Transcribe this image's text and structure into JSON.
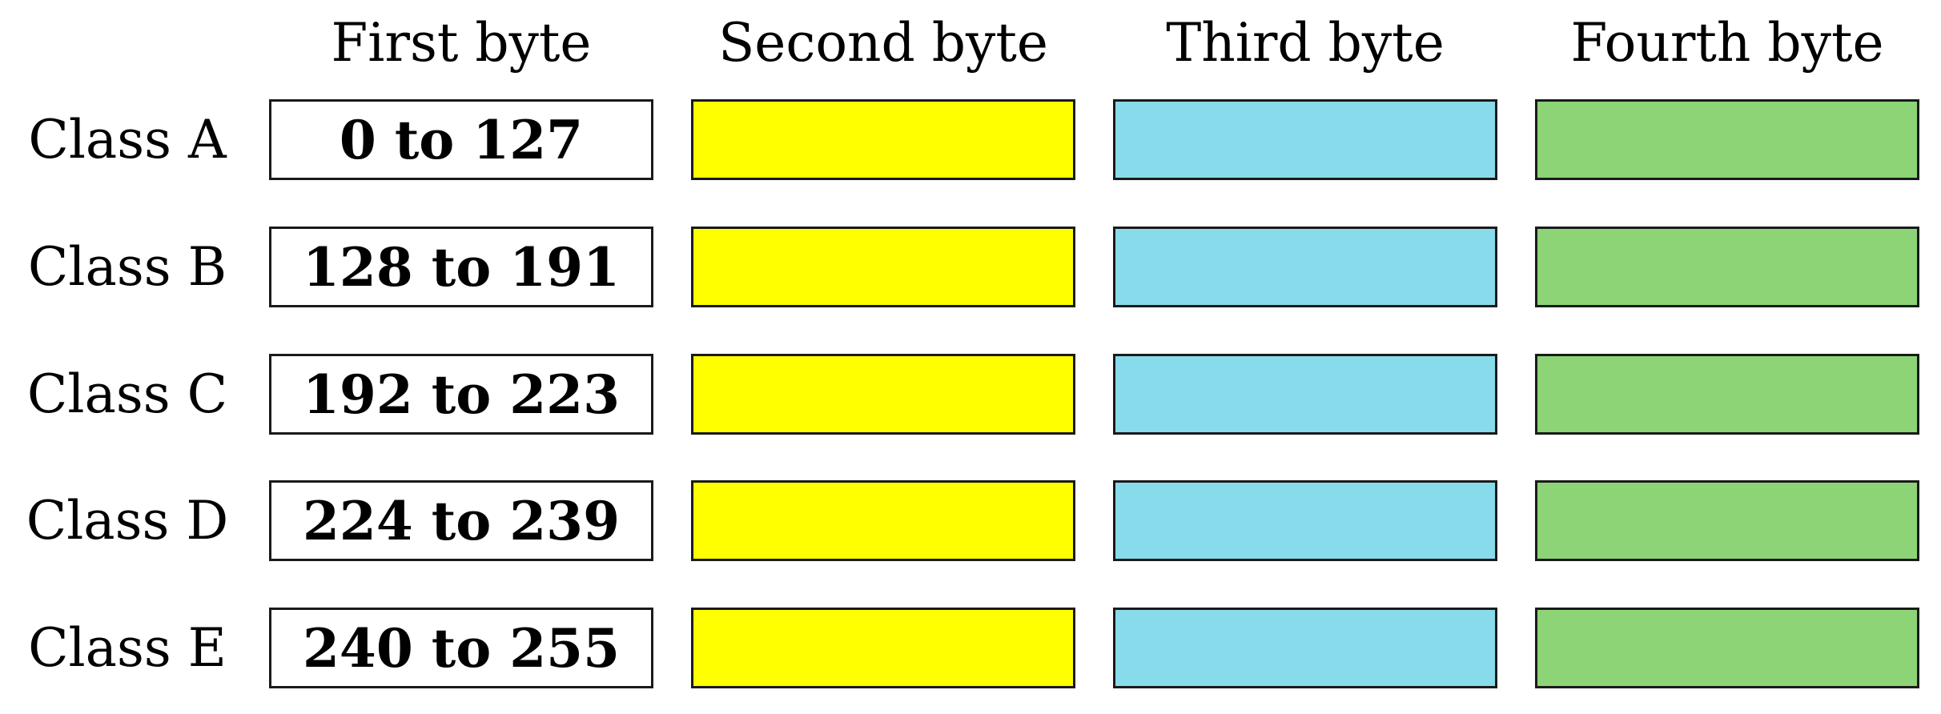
{
  "headers": [
    "First byte",
    "Second byte",
    "Third byte",
    "Fourth byte"
  ],
  "rows": [
    {
      "label": "Class A",
      "first_byte_range": "0 to 127"
    },
    {
      "label": "Class B",
      "first_byte_range": "128 to 191"
    },
    {
      "label": "Class C",
      "first_byte_range": "192 to 223"
    },
    {
      "label": "Class D",
      "first_byte_range": "224 to 239"
    },
    {
      "label": "Class E",
      "first_byte_range": "240 to 255"
    }
  ],
  "colors": {
    "first_byte": "#ffffff",
    "second_byte": "#ffff00",
    "third_byte": "#88dbea",
    "fourth_byte": "#8cd475",
    "border": "#1a1a1a"
  }
}
